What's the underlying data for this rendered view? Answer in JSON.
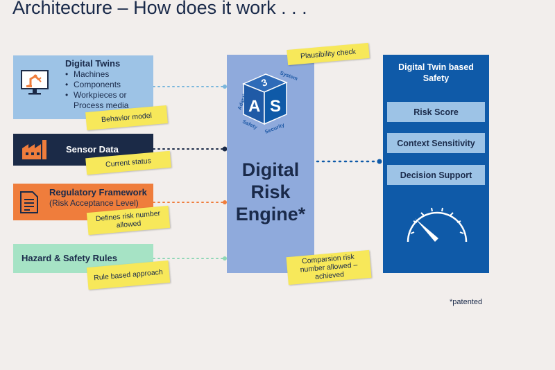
{
  "title": "Architecture – How does it work . . .",
  "inputs": {
    "digital_twins": {
      "title": "Digital Twins",
      "items": [
        "Machines",
        "Components",
        "Workpieces or",
        "Process media"
      ],
      "note": "Behavior model"
    },
    "sensor_data": {
      "title": "Sensor Data",
      "note": "Current status"
    },
    "regulatory": {
      "title": "Regulatory Framework",
      "subtitle": "(Risk Acceptance Level)",
      "note": "Defines risk number allowed"
    },
    "hazard": {
      "title": "Hazard & Safety Rules",
      "note": "Rule based approach"
    }
  },
  "engine": {
    "label_lines": [
      "Digital",
      "Risk",
      "Engine*"
    ],
    "cube_letters": {
      "front_left": "A",
      "front_right": "S",
      "top": "3"
    },
    "cube_words": [
      "System",
      "Adaptive",
      "Safety",
      "Security"
    ],
    "note_top": "Plausibility check",
    "note_bottom": "Comparsion risk number allowed – achieved"
  },
  "output": {
    "title": "Digital Twin based Safety",
    "items": [
      "Risk Score",
      "Context Sensitivity",
      "Decision Support"
    ]
  },
  "footnote": "*patented",
  "colors": {
    "background": "#f2eeec",
    "digital_twins": "#9dc3e6",
    "sensor_data": "#1b2a47",
    "regulatory": "#ef7d3c",
    "hazard": "#a6e3c5",
    "engine": "#8faadc",
    "safety": "#0f5aa8",
    "note": "#f7e85a"
  },
  "icons": [
    "monitor-robot-arm-icon",
    "factory-icon",
    "document-icon",
    "cube-logo-icon",
    "gauge-icon"
  ]
}
